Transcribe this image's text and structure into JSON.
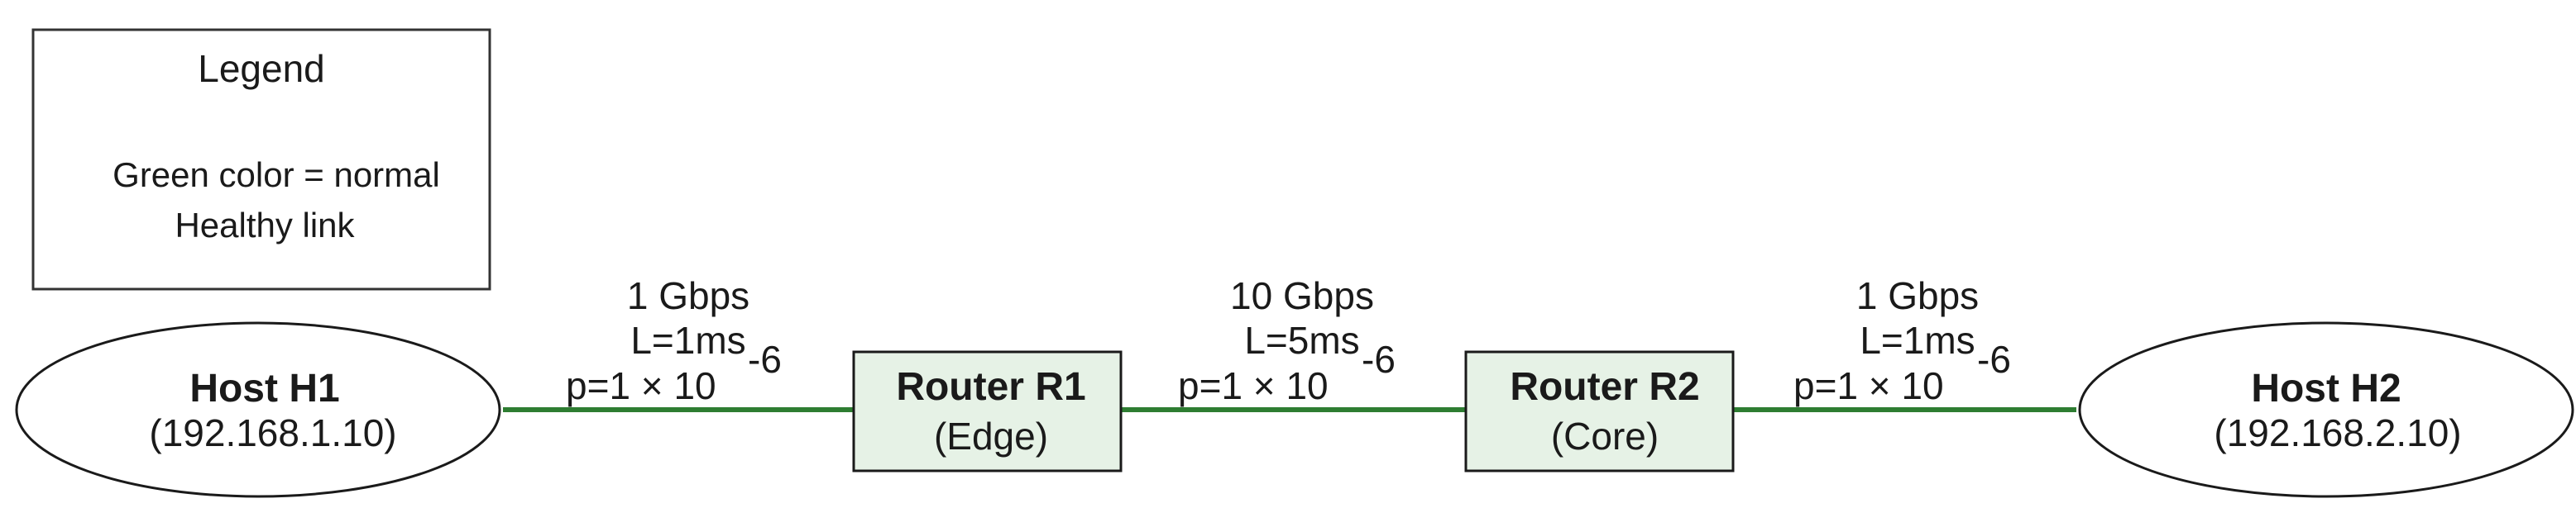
{
  "legend": {
    "title": "Legend",
    "line1": "Green color = normal",
    "line2": "Healthy link"
  },
  "nodes": {
    "h1": {
      "name": "Host H1",
      "detail": "(192.168.1.10)"
    },
    "r1": {
      "name": "Router R1",
      "detail": "(Edge)"
    },
    "r2": {
      "name": "Router R2",
      "detail": "(Core)"
    },
    "h2": {
      "name": "Host H2",
      "detail": "(192.168.2.10)"
    }
  },
  "links": {
    "l1": {
      "bandwidth": "1 Gbps",
      "latency": "L=1ms",
      "loss_base": "p=1 × 10",
      "loss_exp": "-6"
    },
    "l2": {
      "bandwidth": "10 Gbps",
      "latency": "L=5ms",
      "loss_base": "p=1 × 10",
      "loss_exp": "-6"
    },
    "l3": {
      "bandwidth": "1 Gbps",
      "latency": "L=1ms",
      "loss_base": "p=1 × 10",
      "loss_exp": "-6"
    }
  },
  "colors": {
    "healthy_link": "#2e7d32",
    "router_fill": "#e6f2e6"
  }
}
